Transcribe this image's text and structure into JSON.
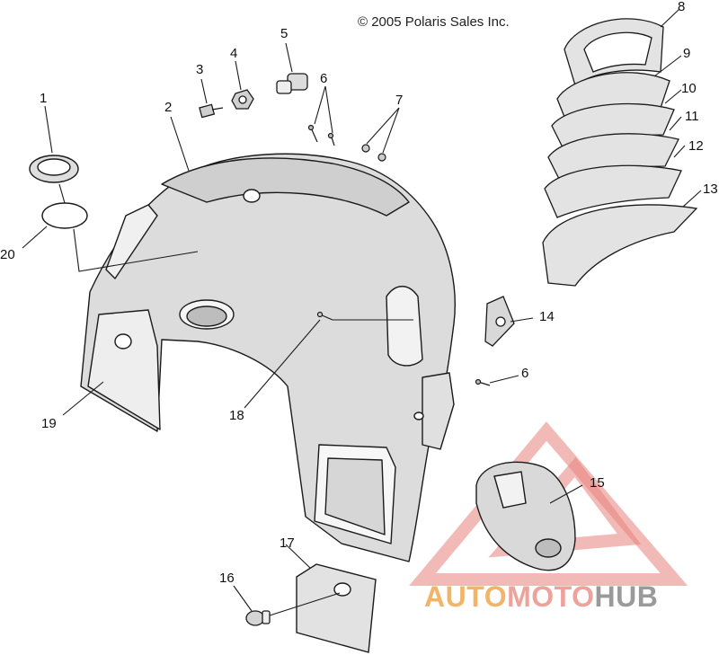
{
  "copyright": "© 2005 Polaris Sales Inc.",
  "callouts": [
    "1",
    "2",
    "3",
    "4",
    "5",
    "6",
    "7",
    "8",
    "9",
    "10",
    "11",
    "12",
    "13",
    "14",
    "15",
    "16",
    "17",
    "18",
    "19",
    "20",
    "6"
  ],
  "watermark": {
    "part1": "AUTO",
    "part2": "MOTO",
    "part3": "HUB",
    "colors": {
      "auto": "#f0b56a",
      "moto": "#eda39b",
      "hub": "#9a9a9a",
      "logo": "#e8827c"
    }
  },
  "line_color": "#1a1a1a",
  "fill_color": "#e4e4e4"
}
